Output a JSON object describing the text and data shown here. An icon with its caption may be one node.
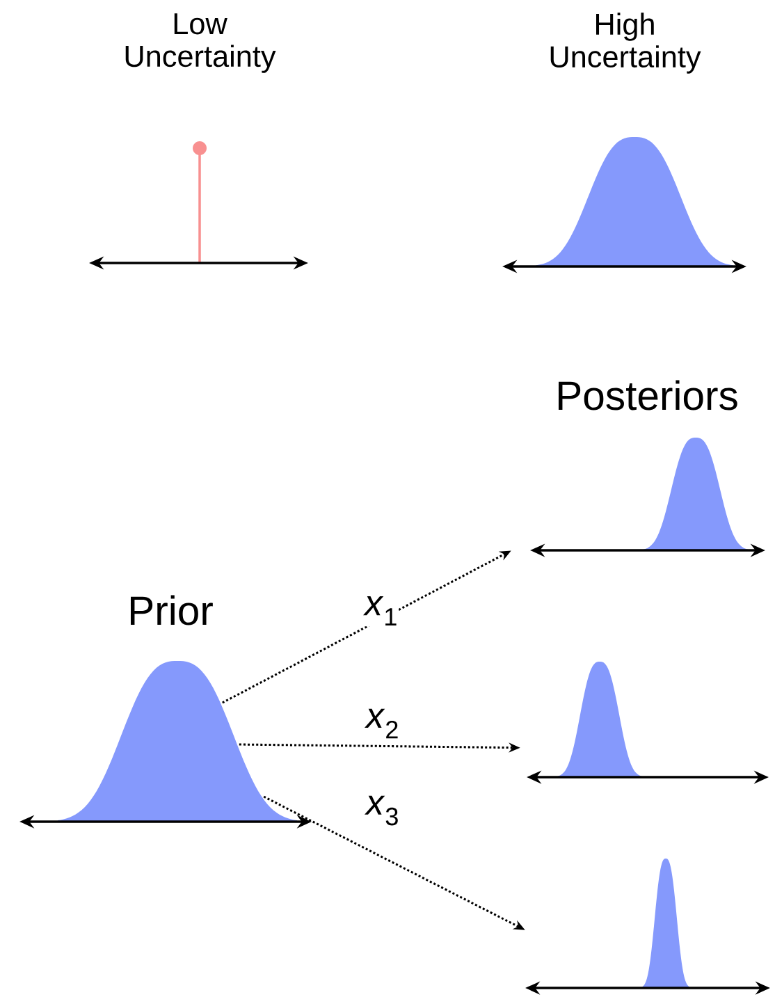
{
  "diagram": {
    "nodes": [
      {
        "text": [
          "Prior"
        ]
      },
      {
        "text": [],
        "shape": "picture"
      },
      {
        "text": [],
        "shape": "picture"
      },
      {
        "text": [],
        "shape": "picture"
      }
    ],
    "edges": [
      {
        "from": 0,
        "to": 1,
        "arrow": "to",
        "label": "*x*$_{1}$",
        "style": "dashed"
      },
      {
        "from": 0,
        "to": 2,
        "arrow": "to",
        "label": "*x*$_{2}$",
        "style": "dashed"
      },
      {
        "from": 0,
        "to": 3,
        "arrow": "to",
        "label": "*x*$_{3}$",
        "style": "dashed"
      }
    ],
    "labels": [
      "Low Uncertainty",
      "High Uncertainty",
      "Posteriors"
    ]
  }
}
